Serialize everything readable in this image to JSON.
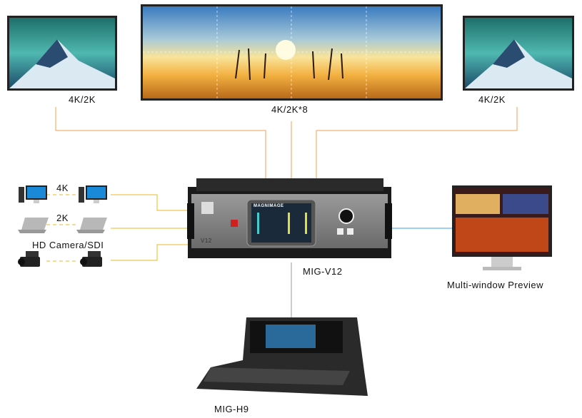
{
  "outputs": {
    "left_monitor_label": "4K/2K",
    "video_wall_label": "4K/2K*8",
    "right_monitor_label": "4K/2K"
  },
  "inputs": {
    "pc_label": "4K",
    "laptop_label": "2K",
    "camera_label": "HD Camera/SDI"
  },
  "device": {
    "name": "MIG-V12",
    "screen_brand": "MAGNIMAGE",
    "panel_model": "V12"
  },
  "preview": {
    "label": "Multi-window Preview"
  },
  "console": {
    "name": "MIG-H9"
  },
  "colors": {
    "output_line": "#f0a050",
    "input_line": "#e8b820",
    "preview_line": "#3aa0e0",
    "console_line": "#999999"
  }
}
